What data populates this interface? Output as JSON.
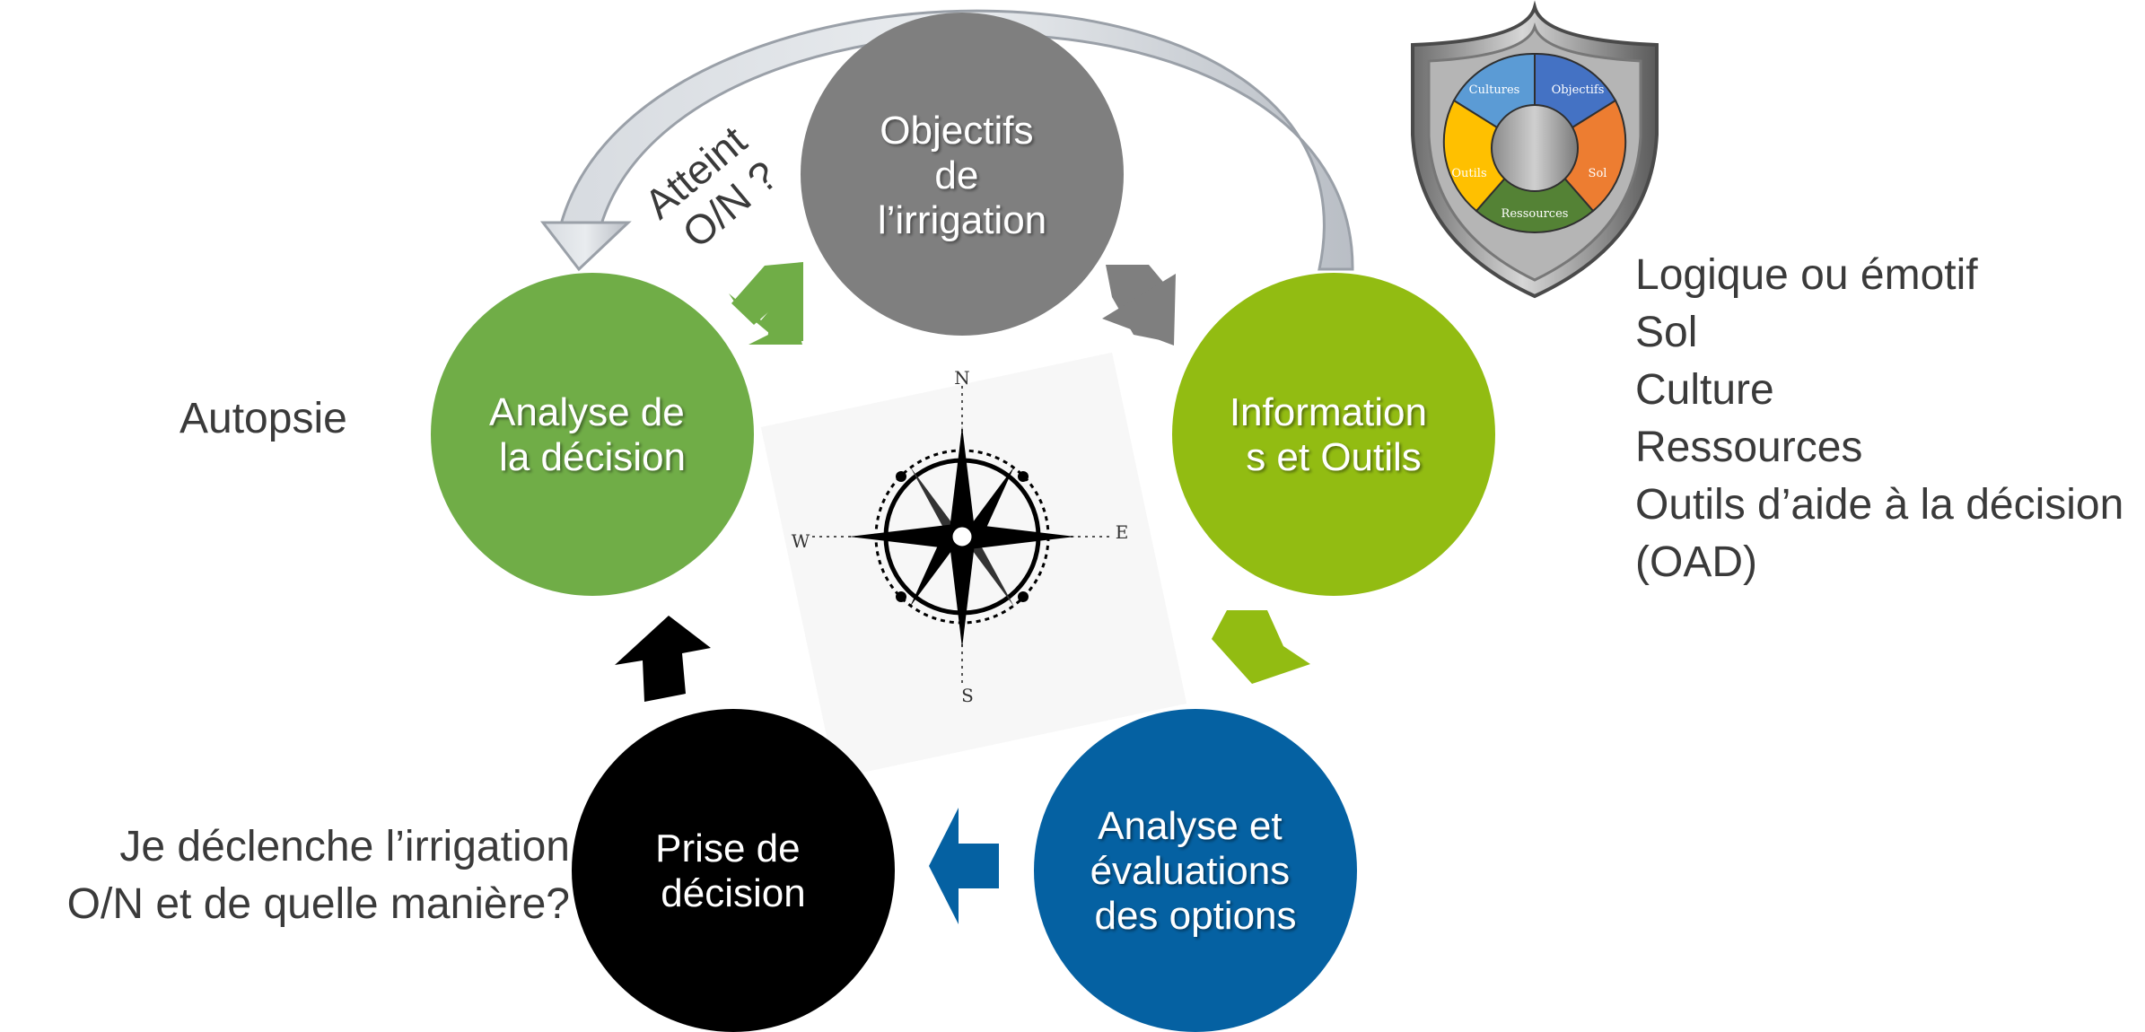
{
  "steps": {
    "objectifs": {
      "lines": [
        "Objectifs",
        "de",
        "l’irrigation"
      ],
      "color": "#7f7f7f"
    },
    "information": {
      "lines": [
        "Information",
        "s et Outils"
      ],
      "color": "#92bc12"
    },
    "analyse_options": {
      "lines": [
        "Analyse et",
        "évaluations",
        "des options"
      ],
      "color": "#0561a2"
    },
    "prise_decision": {
      "lines": [
        "Prise de",
        "décision"
      ],
      "color": "#000000"
    },
    "analyse_decision": {
      "lines": [
        "Analyse de",
        "la décision"
      ],
      "color": "#70ad47"
    }
  },
  "loop_label": [
    "Atteint",
    "O/N ?"
  ],
  "side_notes": {
    "autopsie": "Autopsie",
    "declenche": [
      "Je déclenche l’irrigation",
      "O/N et de quelle manière?"
    ],
    "info_list": [
      "Logique ou émotif",
      "Sol",
      "Culture",
      "Ressources",
      "Outils d’aide à la décision",
      "(OAD)"
    ]
  },
  "compass": {
    "n": "N",
    "s": "S",
    "e": "E",
    "w": "W"
  },
  "shield": {
    "segments": [
      "Cultures",
      "Objectifs",
      "Sol",
      "Ressources",
      "Outils"
    ],
    "colors": [
      "#5b9bd5",
      "#4472c4",
      "#ed7d31",
      "#548235",
      "#ffc000"
    ]
  },
  "arrow_colors": {
    "gray": "#7f7f7f",
    "green": "#92bc12",
    "blue": "#0561a2",
    "black": "#000000",
    "leaf": "#70ad47",
    "loop": "#c8ccd2"
  }
}
